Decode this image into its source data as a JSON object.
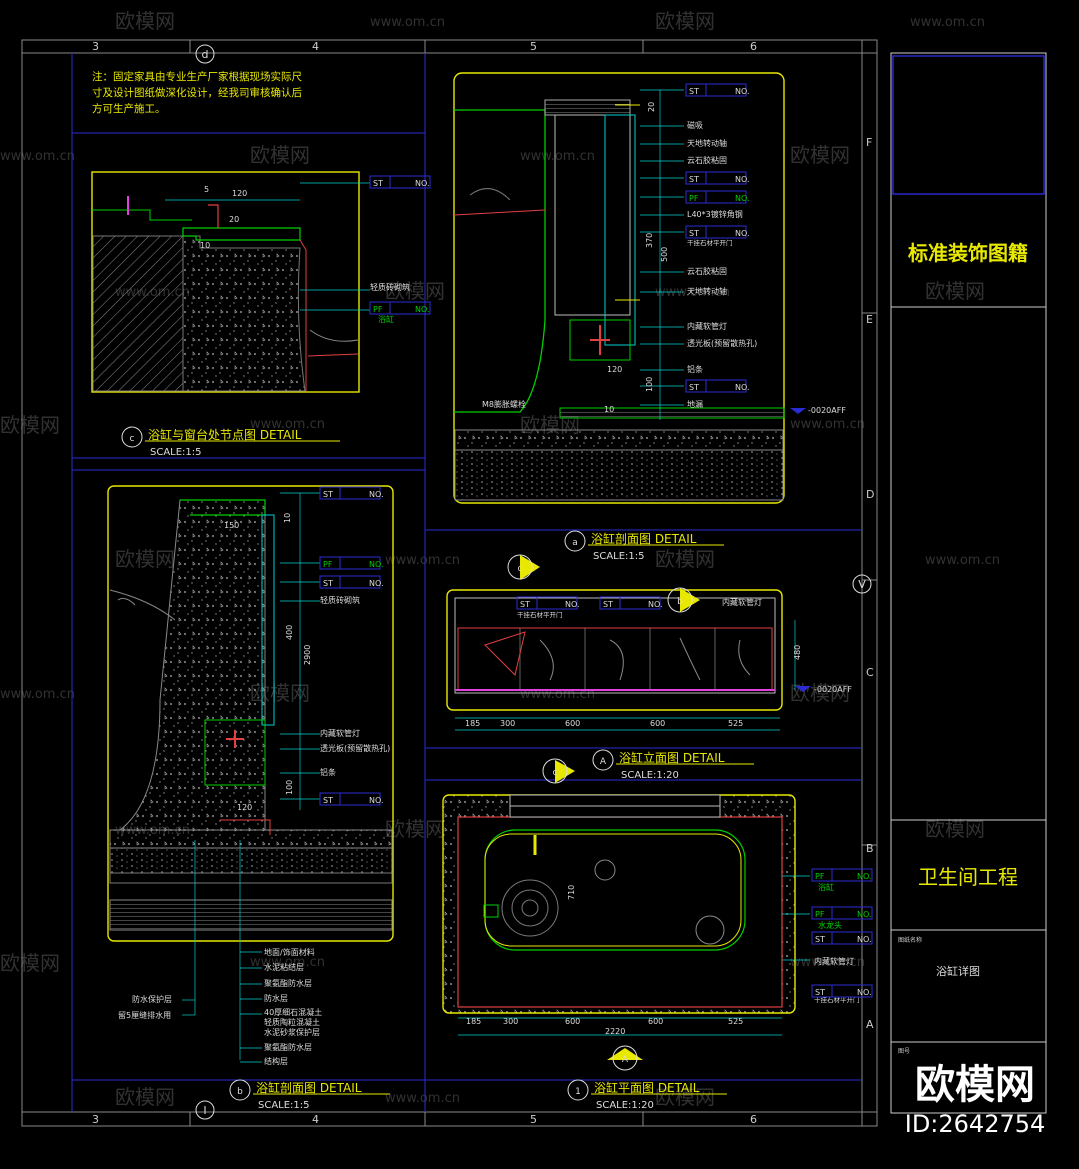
{
  "grid": {
    "top_cols": [
      "3",
      "4",
      "5",
      "6"
    ],
    "bottom_cols": [
      "3",
      "4",
      "5",
      "6"
    ],
    "rows": [
      "F",
      "E",
      "D",
      "C",
      "B",
      "A"
    ],
    "markers": {
      "top": "d",
      "bottom": "I",
      "right": "V"
    }
  },
  "note": {
    "line1": "注：固定家具由专业生产厂家根据现场实际尺",
    "line2": "寸及设计图纸做深化设计，经我司审核确认后",
    "line3": "方可生产施工。"
  },
  "title_block": {
    "catalog": "标准装饰图籍",
    "project": "卫生间工程",
    "drawing_name_label": "图纸名称",
    "drawing_name": "浴缸详图",
    "no_label": "图号"
  },
  "details": {
    "c": {
      "marker": "c",
      "title": "浴缸与窗台处节点图 DETAIL",
      "scale": "SCALE:1:5"
    },
    "a": {
      "marker": "a",
      "title": "浴缸剖面图 DETAIL",
      "scale": "SCALE:1:5"
    },
    "b": {
      "marker": "b",
      "title": "浴缸剖面图 DETAIL",
      "scale": "SCALE:1:5"
    },
    "A": {
      "marker": "A",
      "title": "浴缸立面图 DETAIL",
      "scale": "SCALE:1:20"
    },
    "one": {
      "marker": "1",
      "title": "浴缸平面图 DETAIL",
      "scale": "SCALE:1:20"
    }
  },
  "tags": {
    "st": "ST",
    "pf": "PF",
    "no": "NO."
  },
  "labels_c": {
    "lbl1": "轻质砖砌筑",
    "lbl2": "浴缸",
    "d1": "120",
    "d2": "20",
    "d3": "10",
    "d4": "5"
  },
  "labels_a": {
    "l1": "磁吸",
    "l2": "天地转动轴",
    "l3": "云石胶粘固",
    "l4": "L40*3镀锌角钢",
    "l5": "干挂石材平开门",
    "l6": "云石胶粘固",
    "l7": "天地转动轴",
    "l8": "内藏软管灯",
    "l9": "透光板(预留散热孔)",
    "l10": "铝条",
    "l11": "地漏",
    "l12": "M8膨胀螺栓",
    "aff": "-0020AFF",
    "d370": "370",
    "d500": "500",
    "d120": "120",
    "d100": "100",
    "d10": "10",
    "d20": "20"
  },
  "labels_b": {
    "l1": "轻质砖砌筑",
    "l2": "内藏软管灯",
    "l3": "透光板(预留散热孔)",
    "l4": "铝条",
    "d150": "150",
    "d400": "400",
    "d2900": "2900",
    "d120": "120",
    "d100": "100",
    "d10": "10",
    "layers": [
      "地面/饰面材料",
      "水泥粘结层",
      "聚氨酯防水层",
      "防水层",
      "40厚细石混凝土",
      "轻质陶粒混凝土",
      "水泥砂浆保护层",
      "聚氨酯防水层",
      "结构层"
    ],
    "left1": "防水保护层",
    "left2": "留5厘缝排水用"
  },
  "labels_elev": {
    "l1": "干挂石材平开门",
    "l2": "内藏软管灯",
    "aff": "-0020AFF",
    "dims": [
      "185",
      "300",
      "600",
      "600",
      "525"
    ],
    "h": "480"
  },
  "labels_plan": {
    "l1": "浴缸",
    "l2": "水龙头",
    "l3": "内藏软管灯",
    "l4": "干挂石材平开门",
    "dims": [
      "185",
      "300",
      "600",
      "600",
      "525"
    ],
    "total": "2220",
    "h": "710"
  },
  "watermark": {
    "brand": "欧模网",
    "url": "www.om.cn",
    "id": "ID:2642754"
  }
}
